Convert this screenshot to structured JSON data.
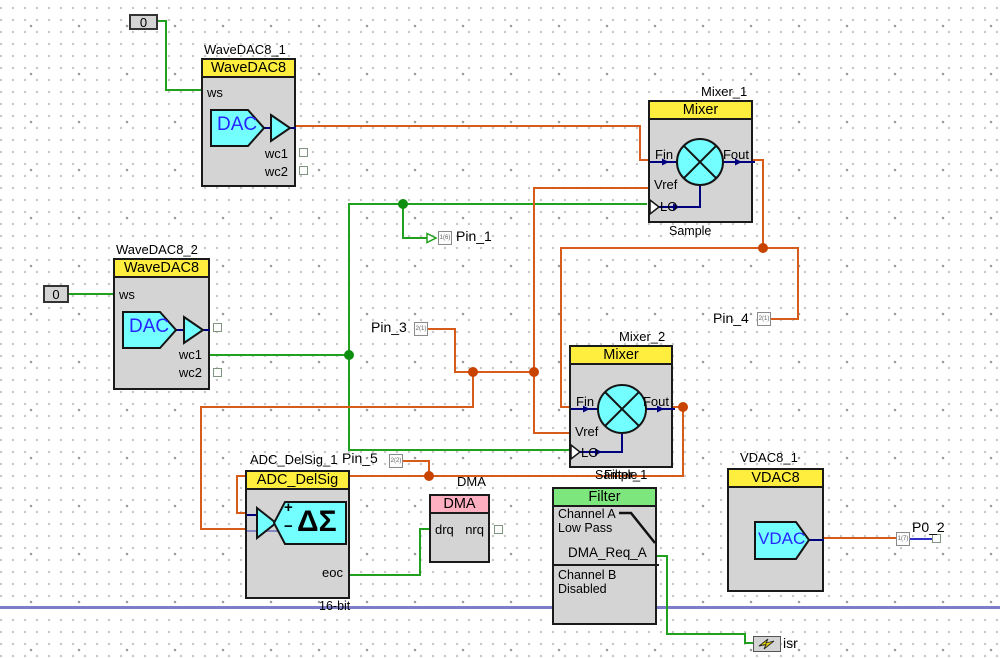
{
  "colors": {
    "header_yellow": "#ffee3e",
    "header_pink": "#ffafc0",
    "header_green": "#7de77d",
    "block_fill": "#d4d4d4",
    "block_border": "#1a1a1a",
    "shape_cyan": "#73ffff",
    "shape_text_blue": "#2626ff",
    "wire_green": "#1fa01f",
    "wire_orange": "#d85c19",
    "wire_navy": "#00007f",
    "wire_blue": "#2e2ec8",
    "junction_green": "#0f8f0f",
    "junction_orange": "#c84300",
    "page_line": "#7c7cc8"
  },
  "components": {
    "wavedac1": {
      "title": "WaveDAC8_1",
      "header": "WaveDAC8",
      "pin_ws": "ws",
      "pin_wc1": "wc1",
      "pin_wc2": "wc2",
      "dac_label": "DAC"
    },
    "wavedac2": {
      "title": "WaveDAC8_2",
      "header": "WaveDAC8",
      "pin_ws": "ws",
      "pin_wc1": "wc1",
      "pin_wc2": "wc2",
      "dac_label": "DAC"
    },
    "mixer1": {
      "title": "Mixer_1",
      "header": "Mixer",
      "pin_fin": "Fin",
      "pin_fout": "Fout",
      "pin_vref": "Vref",
      "pin_lo": "LO",
      "caption": "Sample"
    },
    "mixer2": {
      "title": "Mixer_2",
      "header": "Mixer",
      "pin_fin": "Fin",
      "pin_fout": "Fout",
      "pin_vref": "Vref",
      "pin_lo": "LO",
      "caption": "Sample"
    },
    "adc": {
      "title": "ADC_DelSig_1",
      "header": "ADC_DelSig",
      "sigma": "ΔΣ",
      "plus": "+",
      "minus": "−",
      "pin_eoc": "eoc",
      "caption": "16-bit"
    },
    "dma": {
      "title": "DMA",
      "header": "DMA",
      "pin_drq": "drq",
      "pin_nrq": "nrq"
    },
    "filter": {
      "title": "Filter_1",
      "header": "Filter",
      "channel_a_line1": "Channel A",
      "channel_a_line2": "Low Pass",
      "dma_req": "DMA_Req_A",
      "channel_b_line1": "Channel B",
      "channel_b_line2": "Disabled"
    },
    "vdac": {
      "title": "VDAC8_1",
      "header": "VDAC8",
      "vdac_label": "VDAC"
    },
    "isr": {
      "label": "isr"
    },
    "const1": {
      "value": "0"
    },
    "const2": {
      "value": "0"
    }
  },
  "pins": {
    "pin1": {
      "label": "Pin_1",
      "glyph": "1(6)"
    },
    "pin3": {
      "label": "Pin_3",
      "glyph": "2(1)"
    },
    "pin4": {
      "label": "Pin_4",
      "glyph": "2(1)"
    },
    "pin5": {
      "label": "Pin_5",
      "glyph": "2(2)"
    },
    "p02": {
      "label": "P0_2",
      "glyph": "1(7)"
    }
  }
}
